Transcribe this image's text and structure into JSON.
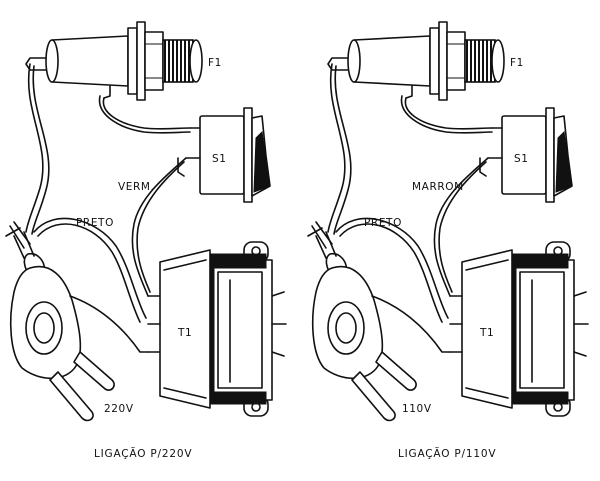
{
  "left": {
    "fuse_label": "F1",
    "switch_label": "S1",
    "wire_label_a": "VERM.",
    "wire_label_b": "PRETO",
    "transformer_label": "T1",
    "voltage_label": "220V",
    "caption": "LIGAÇÃO P/220V"
  },
  "right": {
    "fuse_label": "F1",
    "switch_label": "S1",
    "wire_label_a": "MARROM",
    "wire_label_b": "PRETO",
    "transformer_label": "T1",
    "voltage_label": "110V",
    "caption": "LIGAÇÃO P/110V"
  }
}
